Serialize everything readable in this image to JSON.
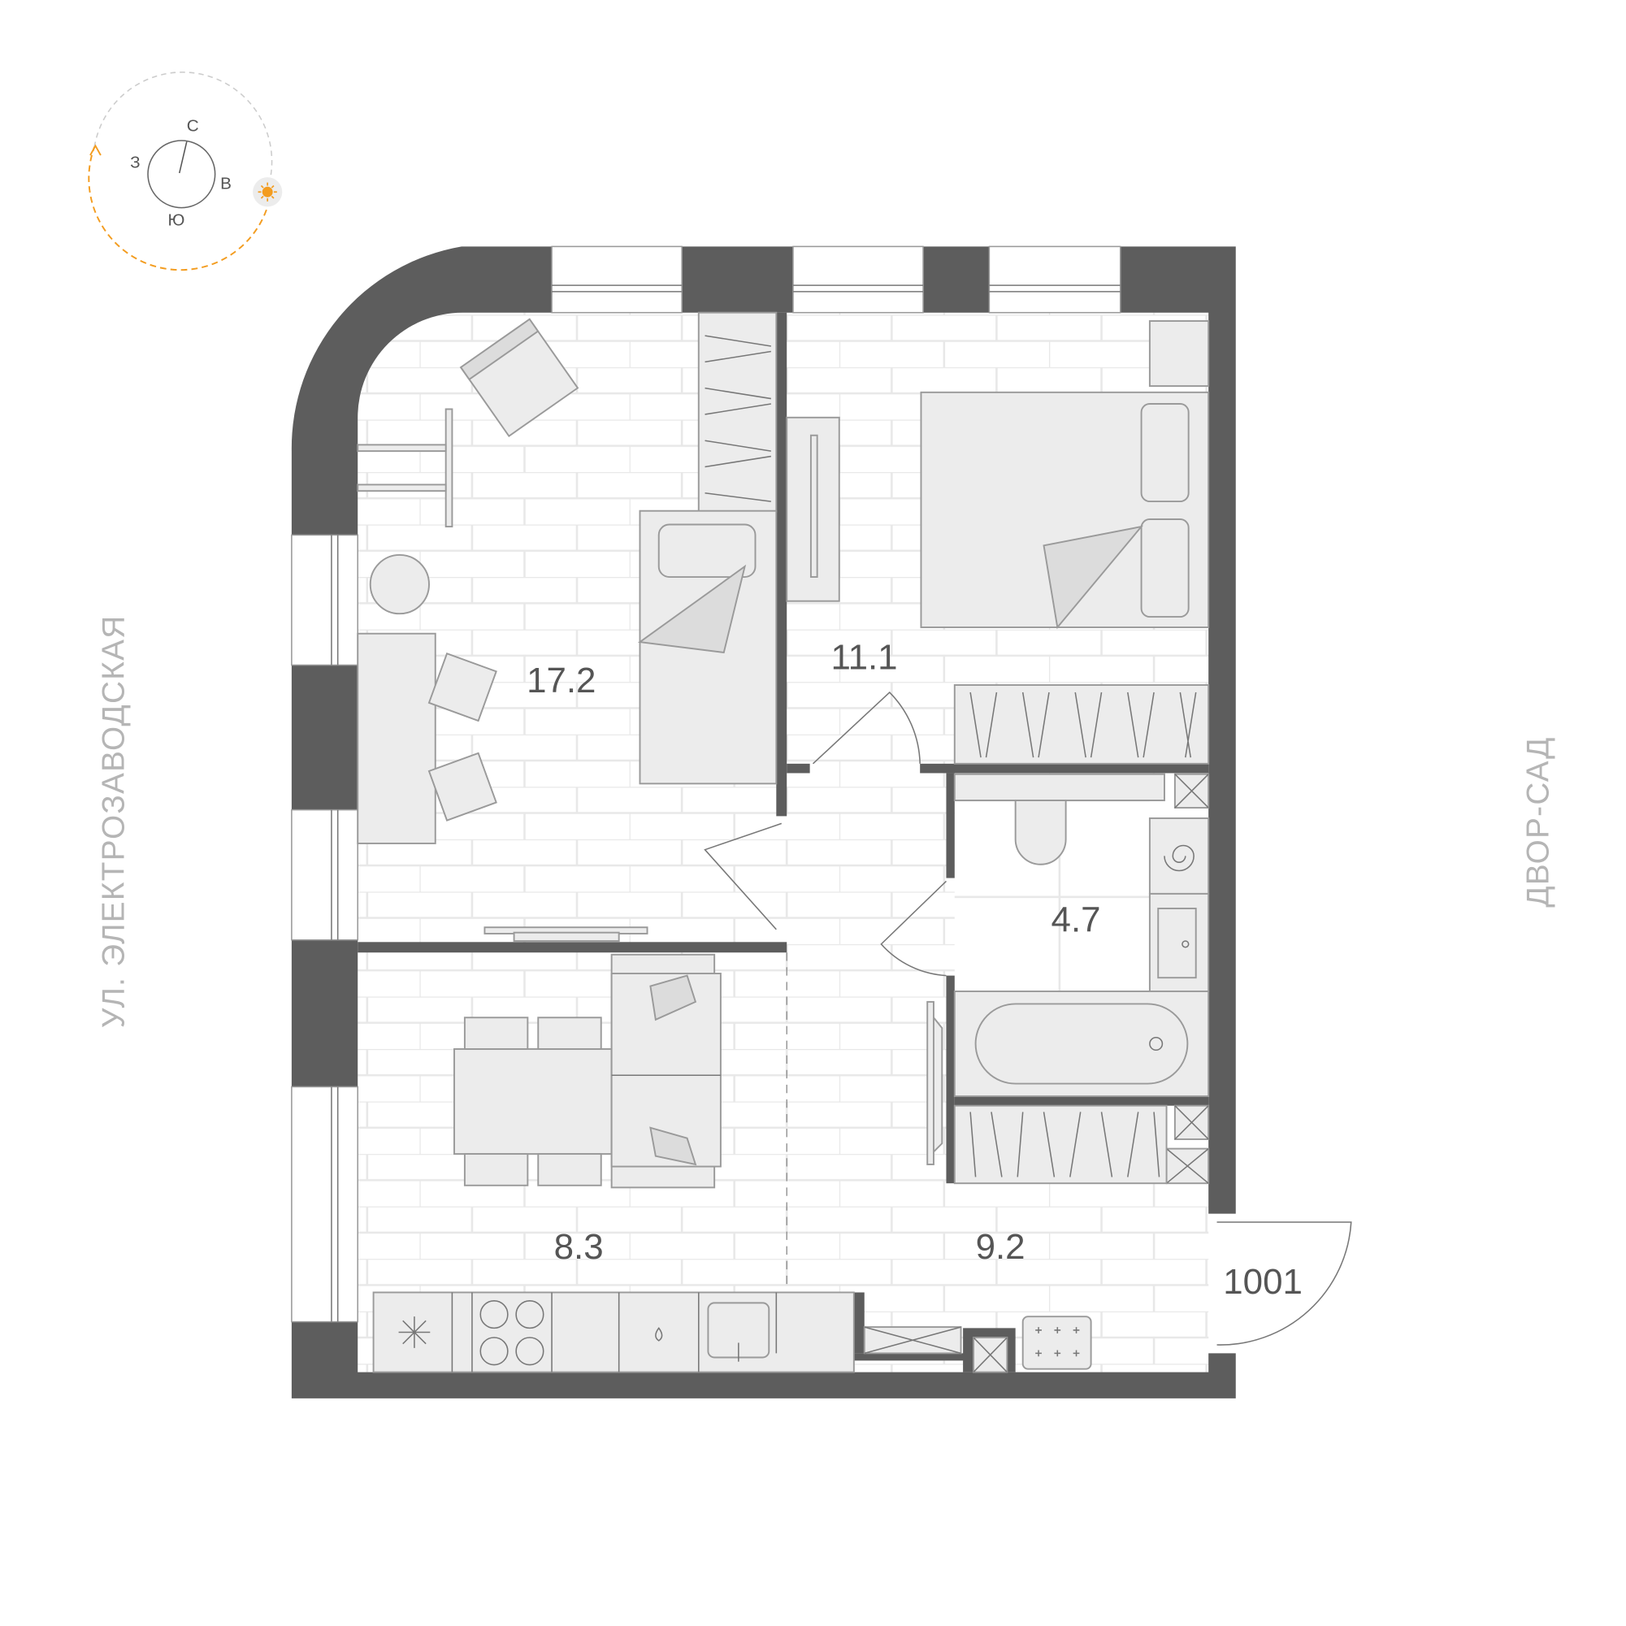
{
  "compass": {
    "north": "С",
    "south": "Ю",
    "west": "З",
    "east": "В",
    "sun_icon": "sun-icon"
  },
  "streets": {
    "left": "УЛ. ЭЛЕКТРОЗАВОДСКАЯ",
    "right": "ДВОР-САД"
  },
  "apartment_number": "1001",
  "rooms": [
    {
      "id": "living-room",
      "area": "17.2"
    },
    {
      "id": "bedroom",
      "area": "11.1"
    },
    {
      "id": "bathroom",
      "area": "4.7"
    },
    {
      "id": "kitchen",
      "area": "8.3"
    },
    {
      "id": "hallway",
      "area": "9.2"
    }
  ],
  "colors": {
    "wall": "#5d5d5d",
    "furniture": "#ececec",
    "sun": "#f39c1f",
    "text": "#555555",
    "street": "#b5b5b5"
  }
}
